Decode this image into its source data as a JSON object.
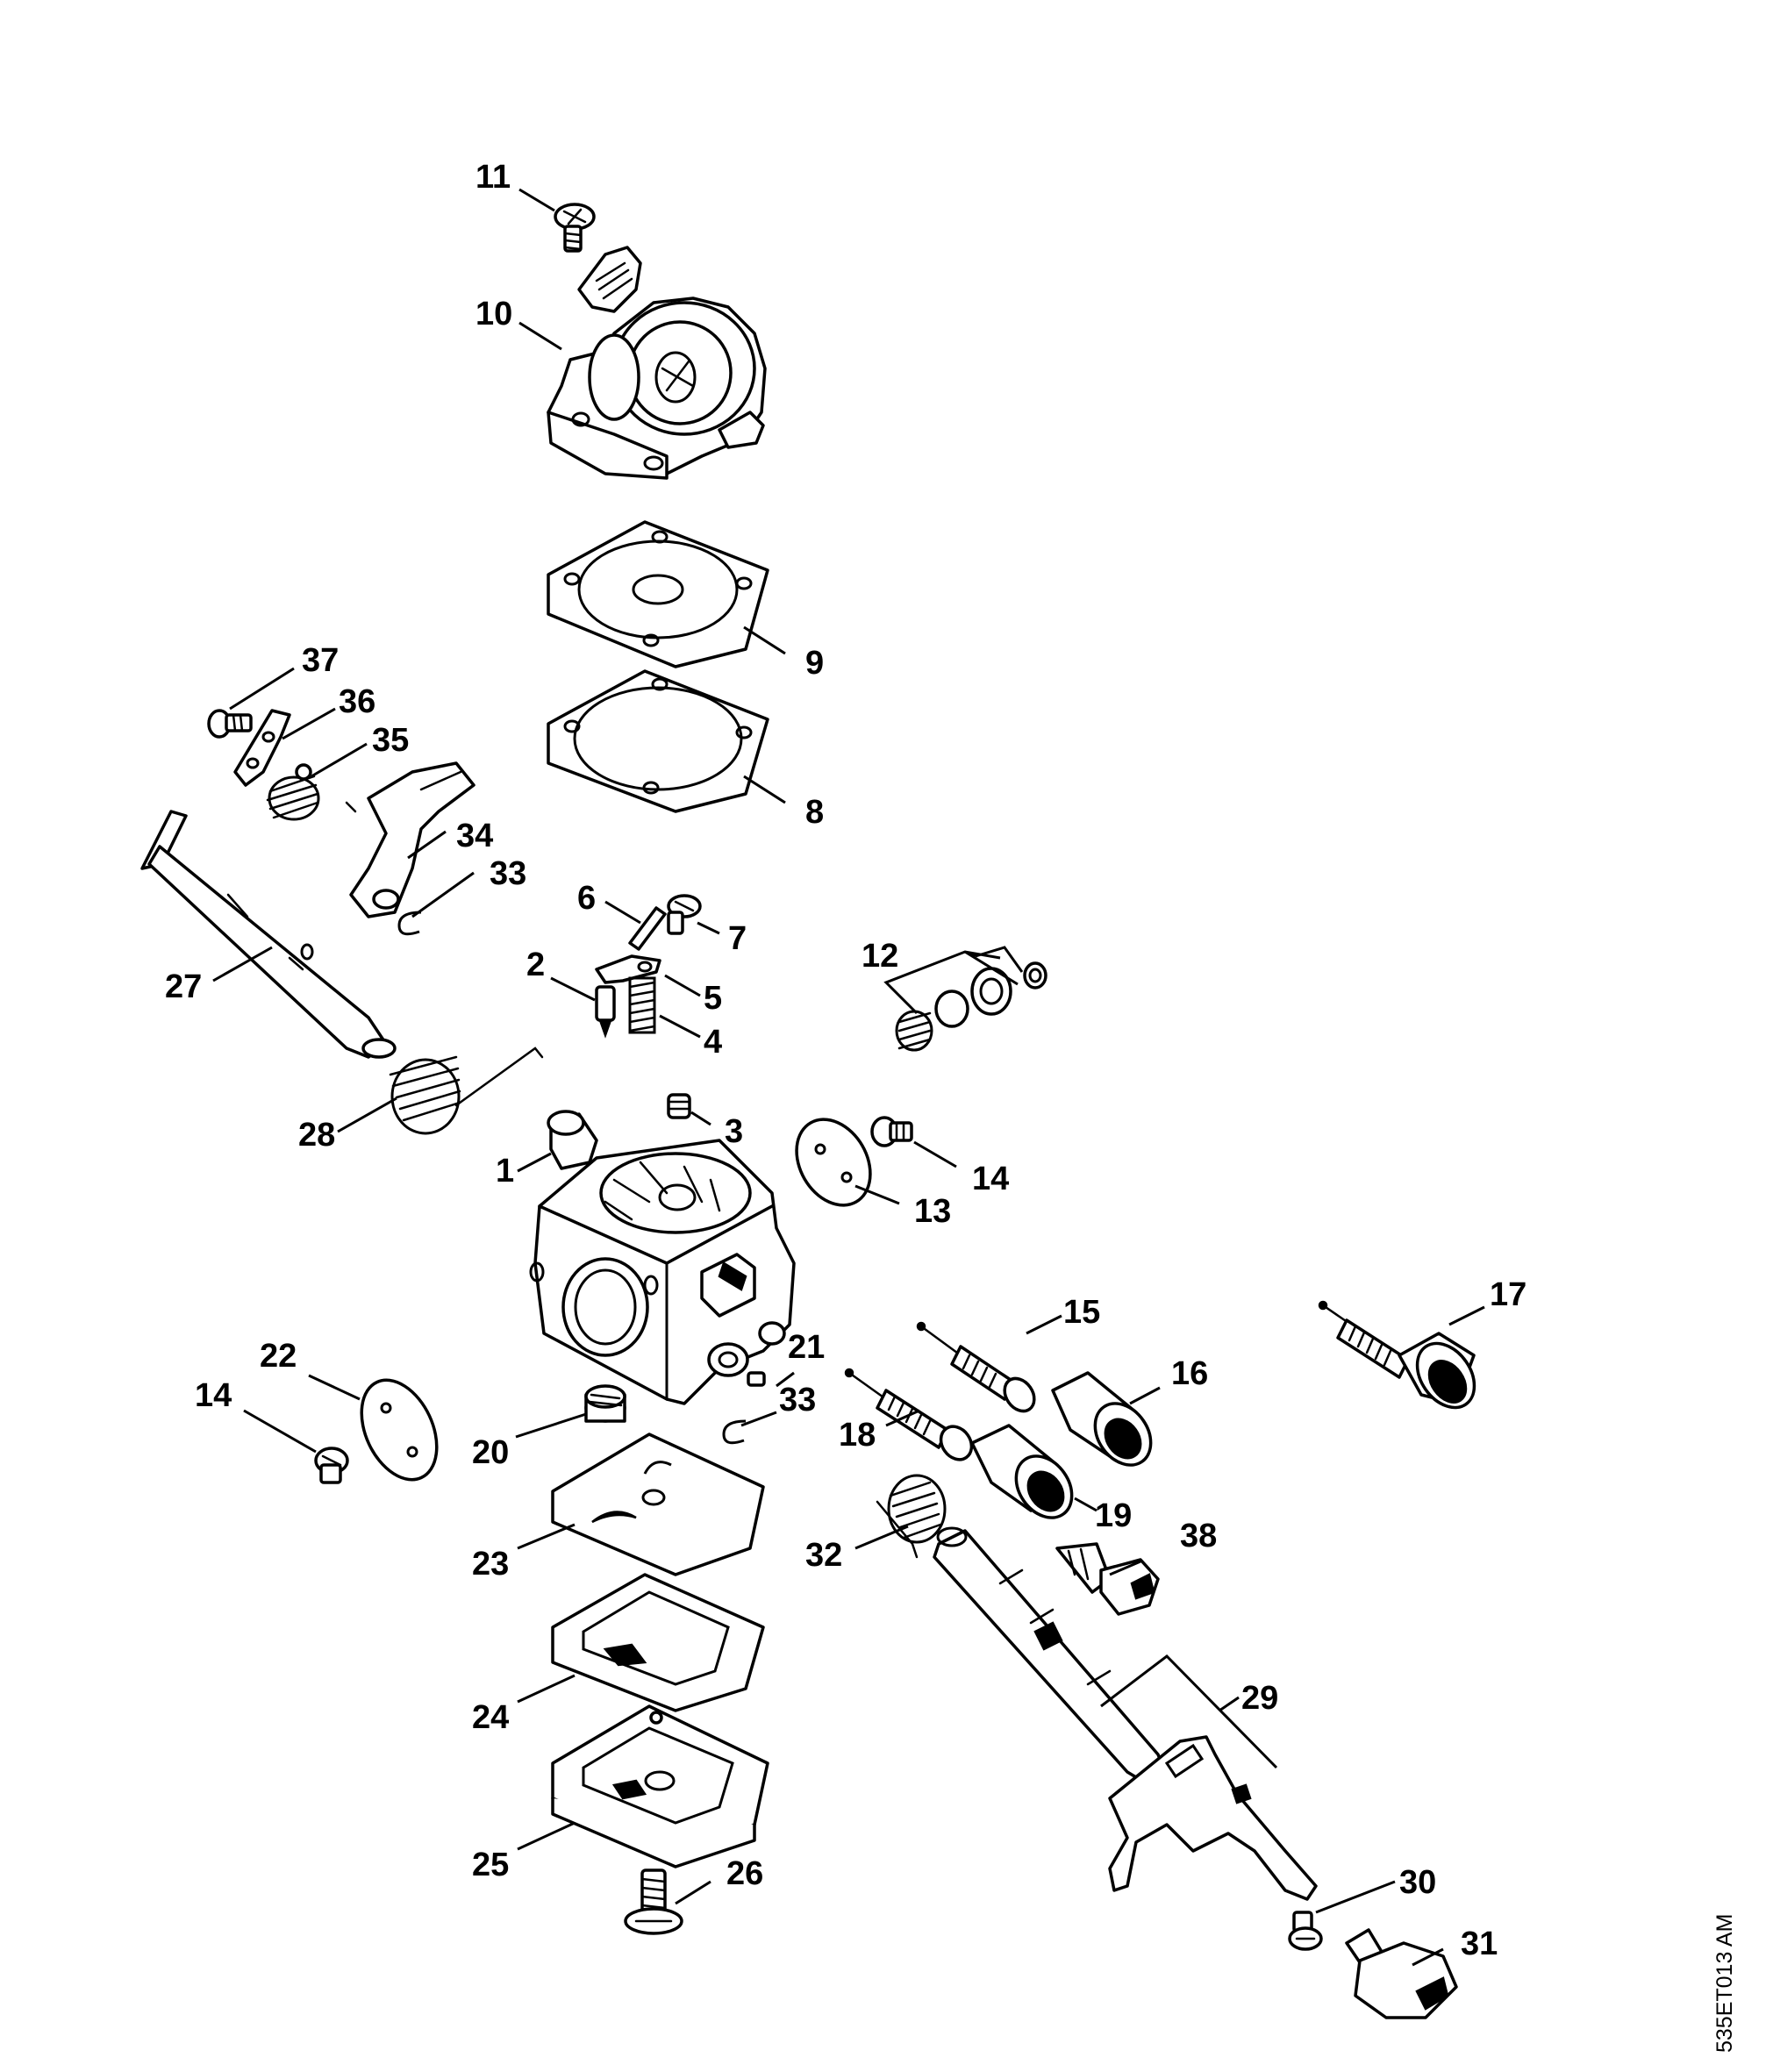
{
  "diagram": {
    "drawing_code": "535ET013 AM",
    "callouts": {
      "c1": "1",
      "c2": "2",
      "c3": "3",
      "c4": "4",
      "c5": "5",
      "c6": "6",
      "c7": "7",
      "c8": "8",
      "c9": "9",
      "c10": "10",
      "c11": "11",
      "c12": "12",
      "c13": "13",
      "c14a": "14",
      "c14b": "14",
      "c15": "15",
      "c16": "16",
      "c17": "17",
      "c18": "18",
      "c19": "19",
      "c20": "20",
      "c21": "21",
      "c22": "22",
      "c23": "23",
      "c24": "24",
      "c25": "25",
      "c26": "26",
      "c27": "27",
      "c28": "28",
      "c29": "29",
      "c30": "30",
      "c31": "31",
      "c32": "32",
      "c33a": "33",
      "c33b": "33",
      "c34": "34",
      "c35": "35",
      "c36": "36",
      "c37": "37",
      "c38": "38"
    }
  }
}
